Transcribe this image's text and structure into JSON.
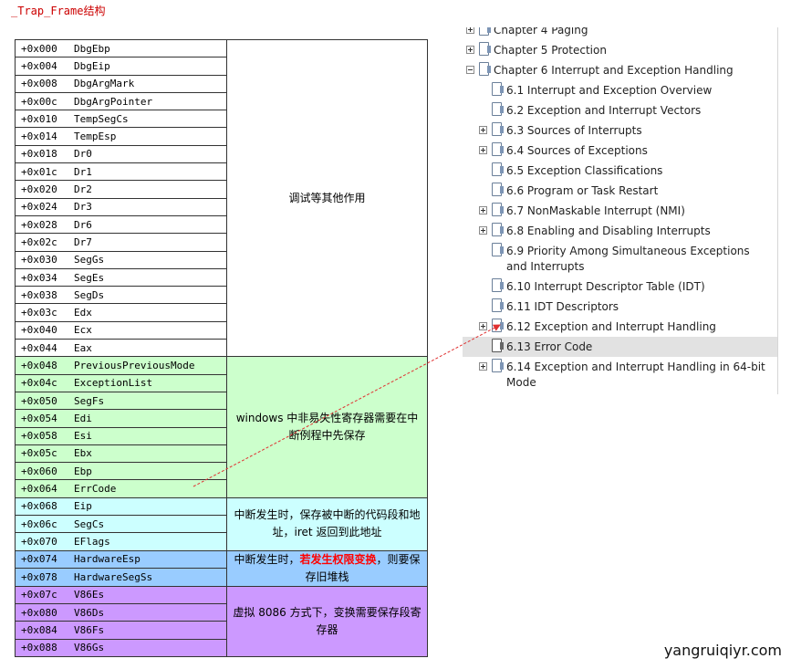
{
  "title": "_Trap_Frame结构",
  "struct": {
    "fields": [
      {
        "offset": "+0x000",
        "name": "DbgEbp"
      },
      {
        "offset": "+0x004",
        "name": "DbgEip"
      },
      {
        "offset": "+0x008",
        "name": "DbgArgMark"
      },
      {
        "offset": "+0x00c",
        "name": "DbgArgPointer"
      },
      {
        "offset": "+0x010",
        "name": "TempSegCs"
      },
      {
        "offset": "+0x014",
        "name": "TempEsp"
      },
      {
        "offset": "+0x018",
        "name": "Dr0"
      },
      {
        "offset": "+0x01c",
        "name": "Dr1"
      },
      {
        "offset": "+0x020",
        "name": "Dr2"
      },
      {
        "offset": "+0x024",
        "name": "Dr3"
      },
      {
        "offset": "+0x028",
        "name": "Dr6"
      },
      {
        "offset": "+0x02c",
        "name": "Dr7"
      },
      {
        "offset": "+0x030",
        "name": "SegGs"
      },
      {
        "offset": "+0x034",
        "name": "SegEs"
      },
      {
        "offset": "+0x038",
        "name": "SegDs"
      },
      {
        "offset": "+0x03c",
        "name": "Edx"
      },
      {
        "offset": "+0x040",
        "name": "Ecx"
      },
      {
        "offset": "+0x044",
        "name": "Eax"
      },
      {
        "offset": "+0x048",
        "name": "PreviousPreviousMode"
      },
      {
        "offset": "+0x04c",
        "name": "ExceptionList"
      },
      {
        "offset": "+0x050",
        "name": "SegFs"
      },
      {
        "offset": "+0x054",
        "name": "Edi"
      },
      {
        "offset": "+0x058",
        "name": "Esi"
      },
      {
        "offset": "+0x05c",
        "name": "Ebx"
      },
      {
        "offset": "+0x060",
        "name": "Ebp"
      },
      {
        "offset": "+0x064",
        "name": "ErrCode"
      },
      {
        "offset": "+0x068",
        "name": "Eip"
      },
      {
        "offset": "+0x06c",
        "name": "SegCs"
      },
      {
        "offset": "+0x070",
        "name": "EFlags"
      },
      {
        "offset": "+0x074",
        "name": "HardwareEsp"
      },
      {
        "offset": "+0x078",
        "name": "HardwareSegSs"
      },
      {
        "offset": "+0x07c",
        "name": "V86Es"
      },
      {
        "offset": "+0x080",
        "name": "V86Ds"
      },
      {
        "offset": "+0x084",
        "name": "V86Fs"
      },
      {
        "offset": "+0x088",
        "name": "V86Gs"
      }
    ],
    "groups": {
      "debug": "调试等其他作用",
      "nonvolatile": "windows 中非易失性寄存器需要在中断例程中先保存",
      "interrupt": "中断发生时，保存被中断的代码段和地址，iret 返回到此地址",
      "privilege_before": "中断发生时，",
      "privilege_highlight": "若发生权限变换",
      "privilege_after": "，则要保存旧堆栈",
      "v86": "虚拟 8086 方式下，变换需要保存段寄存器"
    },
    "colors": {
      "nonvolatile": "#ccffcc",
      "interrupt": "#ccffff",
      "privilege": "#99ccff",
      "v86": "#cc99ff",
      "highlight": "#ff0000"
    }
  },
  "toc": {
    "items": [
      {
        "label": "Chapter 4 Paging",
        "level": 0,
        "expander": "plus"
      },
      {
        "label": "Chapter 5 Protection",
        "level": 0,
        "expander": "plus"
      },
      {
        "label": "Chapter 6 Interrupt and Exception Handling",
        "level": 0,
        "expander": "minus"
      },
      {
        "label": "6.1 Interrupt and Exception Overview",
        "level": 1,
        "expander": ""
      },
      {
        "label": "6.2 Exception and Interrupt Vectors",
        "level": 1,
        "expander": ""
      },
      {
        "label": "6.3 Sources of Interrupts",
        "level": 1,
        "expander": "plus"
      },
      {
        "label": "6.4 Sources of Exceptions",
        "level": 1,
        "expander": "plus"
      },
      {
        "label": "6.5 Exception Classifications",
        "level": 1,
        "expander": ""
      },
      {
        "label": "6.6 Program or Task Restart",
        "level": 1,
        "expander": ""
      },
      {
        "label": "6.7 NonMaskable Interrupt (NMI)",
        "level": 1,
        "expander": "plus"
      },
      {
        "label": "6.8 Enabling and Disabling Interrupts",
        "level": 1,
        "expander": "plus"
      },
      {
        "label": "6.9 Priority Among Simultaneous Exceptions and Interrupts",
        "level": 1,
        "expander": ""
      },
      {
        "label": "6.10 Interrupt Descriptor Table (IDT)",
        "level": 1,
        "expander": ""
      },
      {
        "label": "6.11 IDT Descriptors",
        "level": 1,
        "expander": ""
      },
      {
        "label": "6.12 Exception and Interrupt Handling",
        "level": 1,
        "expander": "plus"
      },
      {
        "label": "6.13 Error Code",
        "level": 1,
        "expander": "",
        "selected": true
      },
      {
        "label": "6.14 Exception and Interrupt Handling in 64-bit Mode",
        "level": 1,
        "expander": "plus"
      }
    ]
  },
  "arrow_color": "#ff0000",
  "watermark": "yangruiqiyr.com"
}
